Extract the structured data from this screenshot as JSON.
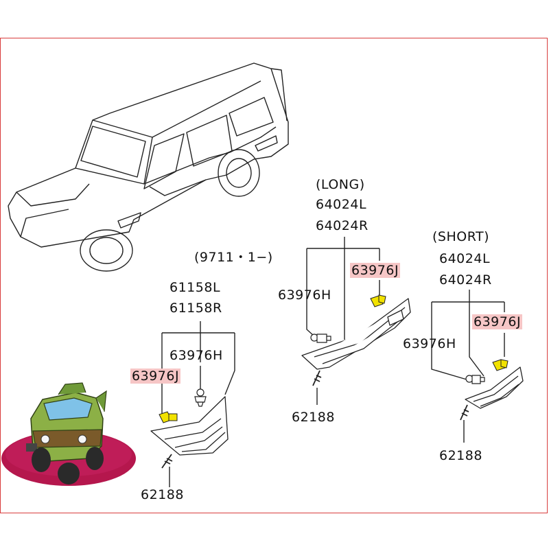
{
  "colors": {
    "frame": "#d83b3b",
    "highlight": "#f6c6c6",
    "clip": "#f2e200",
    "line": "#222222",
    "mascot_disc": "#b5174d",
    "mascot_body": "#8cb046"
  },
  "labels": {
    "left_part_l": "61158L",
    "left_part_r": "61158R",
    "left_clip_h": "63976H",
    "left_clip_j": "63976J",
    "left_rivet": "62188",
    "date_note": "(9711・1−)",
    "long_title": "(LONG)",
    "long_part_l": "64024L",
    "long_part_r": "64024R",
    "long_clip_j": "63976J",
    "long_clip_h": "63976H",
    "long_rivet": "62188",
    "short_title": "(SHORT)",
    "short_part_l": "64024L",
    "short_part_r": "64024R",
    "short_clip_j": "63976J",
    "short_clip_h": "63976H",
    "short_rivet": "62188"
  },
  "icons": {
    "vehicle": "suv-outline-icon",
    "mascot": "toy-car-mascot-icon",
    "clip": "clip-icon",
    "rivet": "rivet-icon"
  }
}
